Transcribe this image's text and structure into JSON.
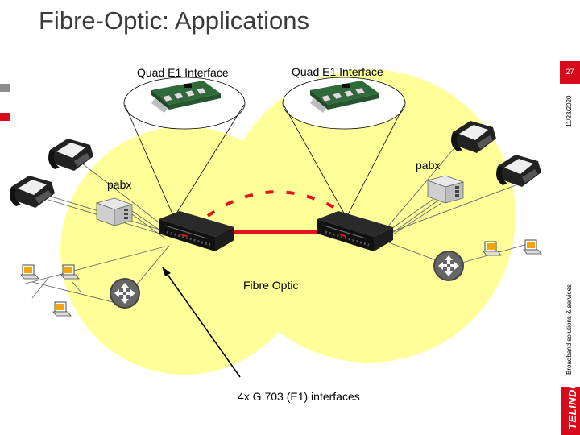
{
  "slide": {
    "title": "Fibre-Optic: Applications",
    "page_number": "27",
    "date": "11/23/2020",
    "tagline": "Broadband solutions & services",
    "logo": "TELINDUS"
  },
  "diagram": {
    "left_card_label": "Quad E1 Interface",
    "right_card_label": "Quad E1 Interface",
    "left_pabx_label": "pabx",
    "right_pabx_label": "pabx",
    "link_label": "Fibre Optic",
    "interfaces_label": "4x G.703 (E1) interfaces"
  },
  "colors": {
    "site_zone": "#ffff99",
    "fibre": "#e3141f",
    "brand_red": "#d7091a",
    "modem": "#1a1a1a"
  },
  "icons": [
    "phone-icon",
    "pabx-icon",
    "router-icon",
    "laptop-icon",
    "modem-icon",
    "e1-card-icon"
  ]
}
